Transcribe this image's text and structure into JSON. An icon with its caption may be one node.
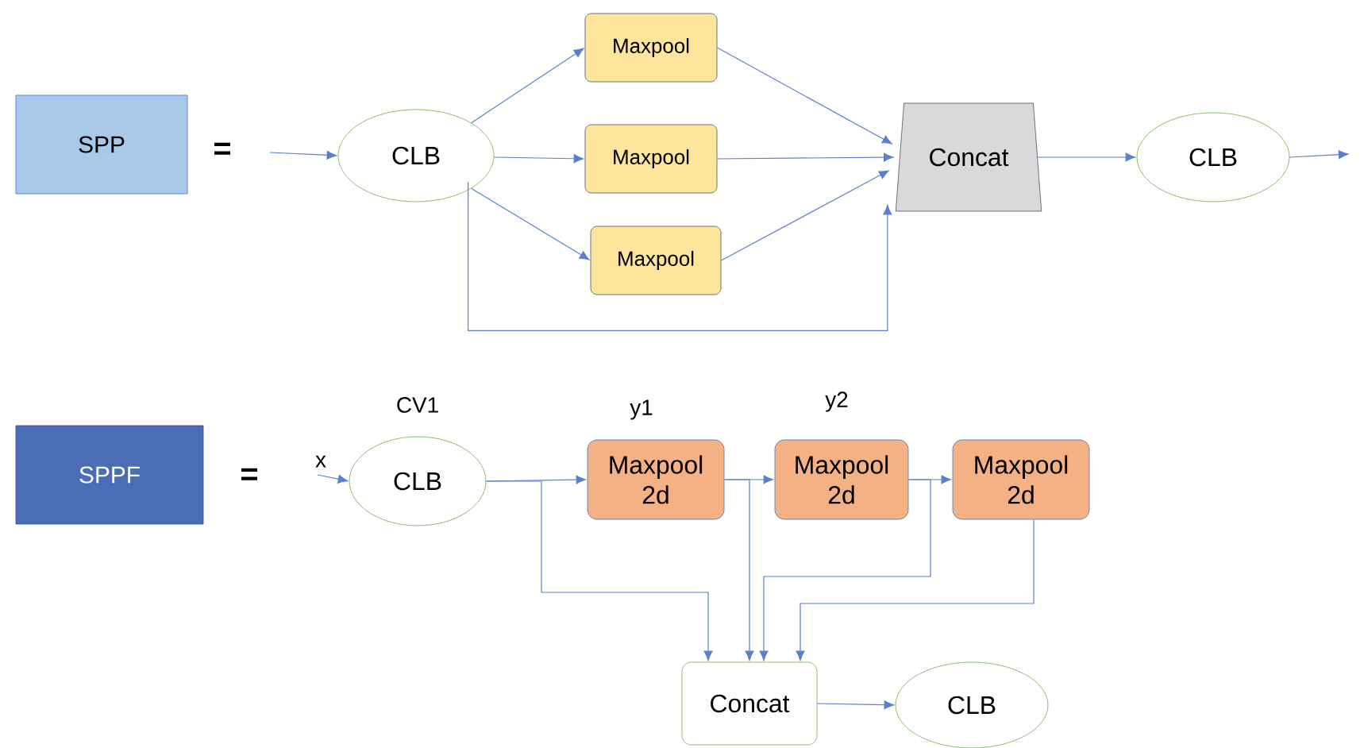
{
  "diagram": {
    "nodes": [
      {
        "text": [
          "SPP"
        ]
      },
      {
        "text": [
          "CLB"
        ]
      },
      {
        "text": [
          "Maxpool"
        ]
      },
      {
        "text": [
          "Maxpool"
        ]
      },
      {
        "text": [
          "Maxpool"
        ]
      },
      {
        "text": [
          "Concat"
        ]
      },
      {
        "text": [
          "CLB"
        ]
      },
      {
        "text": [
          "SPPF"
        ]
      },
      {
        "text": [
          "CLB"
        ],
        "beside": [
          "CV1"
        ]
      },
      {
        "text": [
          "Maxpool 2d"
        ],
        "beside": [
          "y1"
        ]
      },
      {
        "text": [
          "Maxpool 2d"
        ],
        "beside": [
          "y2"
        ]
      },
      {
        "text": [
          "Maxpool 2d"
        ]
      },
      {
        "text": [
          "Concat"
        ]
      },
      {
        "text": [
          "CLB"
        ]
      }
    ],
    "edges": [
      {
        "from": null,
        "to": 1,
        "arrow": "to"
      },
      {
        "from": 1,
        "to": 2,
        "arrow": "to"
      },
      {
        "from": 1,
        "to": 3,
        "arrow": "to"
      },
      {
        "from": 1,
        "to": 4,
        "arrow": "to"
      },
      {
        "from": 2,
        "to": 5,
        "arrow": "to"
      },
      {
        "from": 3,
        "to": 5,
        "arrow": "to"
      },
      {
        "from": 4,
        "to": 5,
        "arrow": "to"
      },
      {
        "from": 1,
        "to": 5,
        "arrow": "to"
      },
      {
        "from": 5,
        "to": 6,
        "arrow": "to"
      },
      {
        "from": 6,
        "to": null,
        "arrow": "to"
      },
      {
        "from": null,
        "to": 8,
        "arrow": "to",
        "label": "x"
      },
      {
        "from": 8,
        "to": 9,
        "arrow": "to"
      },
      {
        "from": 9,
        "to": 10,
        "arrow": "to"
      },
      {
        "from": 10,
        "to": 11,
        "arrow": "to"
      },
      {
        "from": 8,
        "to": 12,
        "arrow": "to"
      },
      {
        "from": 9,
        "to": 12,
        "arrow": "to"
      },
      {
        "from": 10,
        "to": 12,
        "arrow": "to"
      },
      {
        "from": 11,
        "to": 12,
        "arrow": "to"
      },
      {
        "from": 12,
        "to": 13,
        "arrow": "to"
      }
    ],
    "labels": [
      "=",
      "="
    ]
  }
}
